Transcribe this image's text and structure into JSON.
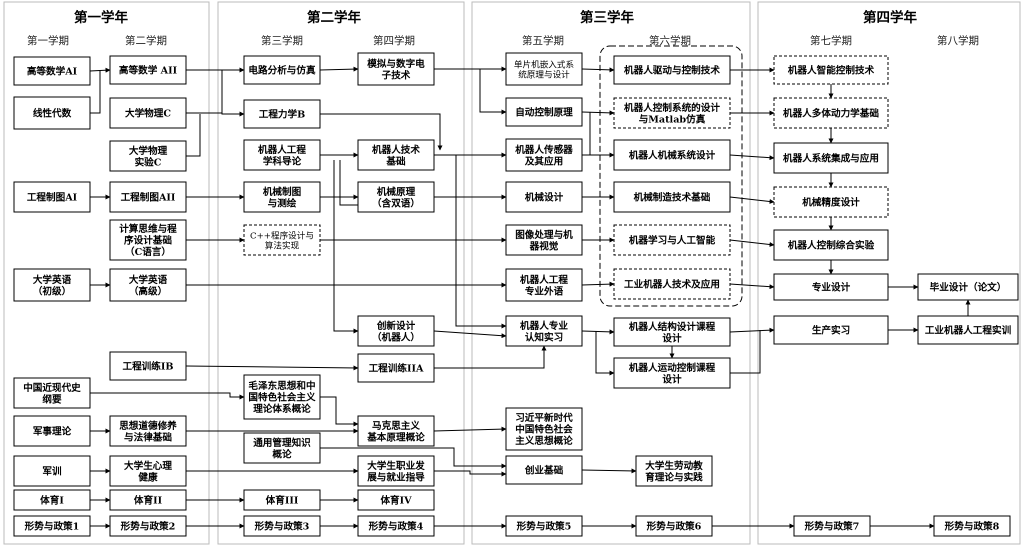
{
  "years": [
    {
      "id": "y1",
      "label": "第一学年"
    },
    {
      "id": "y2",
      "label": "第二学年"
    },
    {
      "id": "y3",
      "label": "第三学年"
    },
    {
      "id": "y4",
      "label": "第四学年"
    }
  ],
  "semesters": [
    {
      "id": "s1",
      "label": "第一学期"
    },
    {
      "id": "s2",
      "label": "第二学期"
    },
    {
      "id": "s3",
      "label": "第三学期"
    },
    {
      "id": "s4",
      "label": "第四学期"
    },
    {
      "id": "s5",
      "label": "第五学期"
    },
    {
      "id": "s6",
      "label": "第六学期"
    },
    {
      "id": "s7",
      "label": "第七学期"
    },
    {
      "id": "s8",
      "label": "第八学期"
    }
  ],
  "courses": [
    {
      "id": "gdsx1",
      "lines": [
        "高等数学AI"
      ]
    },
    {
      "id": "xxds",
      "lines": [
        "线性代数"
      ]
    },
    {
      "id": "gczt1",
      "lines": [
        "工程制图AI"
      ]
    },
    {
      "id": "dxyy1",
      "lines": [
        "大学英语",
        "（初级）"
      ]
    },
    {
      "id": "zgjds",
      "lines": [
        "中国近现代史",
        "纲要"
      ]
    },
    {
      "id": "jsll",
      "lines": [
        "军事理论"
      ]
    },
    {
      "id": "junxun",
      "lines": [
        "军训"
      ]
    },
    {
      "id": "ty1",
      "lines": [
        "体育I"
      ]
    },
    {
      "id": "xs1",
      "lines": [
        "形势与政策1"
      ]
    },
    {
      "id": "gdsx2",
      "lines": [
        "高等数学 AII"
      ]
    },
    {
      "id": "dxwl",
      "lines": [
        "大学物理C"
      ]
    },
    {
      "id": "dxwlsy",
      "lines": [
        "大学物理",
        "实验C"
      ]
    },
    {
      "id": "gczt2",
      "lines": [
        "工程制图AII"
      ]
    },
    {
      "id": "jssw",
      "lines": [
        "计算思维与程",
        "序设计基础",
        "（C语言）"
      ]
    },
    {
      "id": "dxyy2",
      "lines": [
        "大学英语",
        "（高级）"
      ]
    },
    {
      "id": "gcxl1",
      "lines": [
        "工程训练IB"
      ]
    },
    {
      "id": "sxdd",
      "lines": [
        "思想道德修养",
        "与法律基础"
      ]
    },
    {
      "id": "xlj",
      "lines": [
        "大学生心理",
        "健康"
      ]
    },
    {
      "id": "ty2",
      "lines": [
        "体育II"
      ]
    },
    {
      "id": "xs2",
      "lines": [
        "形势与政策2"
      ]
    },
    {
      "id": "dlfx",
      "lines": [
        "电路分析与仿真"
      ]
    },
    {
      "id": "gclx",
      "lines": [
        "工程力学B"
      ]
    },
    {
      "id": "jqrgc",
      "lines": [
        "机器人工程",
        "学科导论"
      ]
    },
    {
      "id": "jxzt",
      "lines": [
        "机械制图",
        "与测绘"
      ]
    },
    {
      "id": "cpp",
      "lines": [
        "C++程序设计与",
        "算法实现"
      ]
    },
    {
      "id": "mzd",
      "lines": [
        "毛泽东思想和中",
        "国特色社会主义",
        "理论体系概论"
      ]
    },
    {
      "id": "tygl",
      "lines": [
        "通用管理知识",
        "概论"
      ]
    },
    {
      "id": "ty3",
      "lines": [
        "体育III"
      ]
    },
    {
      "id": "xs3",
      "lines": [
        "形势与政策3"
      ]
    },
    {
      "id": "mnsz",
      "lines": [
        "模拟与数字电",
        "子技术"
      ]
    },
    {
      "id": "jqrjs",
      "lines": [
        "机器人技术",
        "基础"
      ]
    },
    {
      "id": "jxyl",
      "lines": [
        "机械原理",
        "（含双语）"
      ]
    },
    {
      "id": "cxsj",
      "lines": [
        "创新设计",
        "（机器人）"
      ]
    },
    {
      "id": "gcxl2",
      "lines": [
        "工程训练IIA"
      ]
    },
    {
      "id": "mks",
      "lines": [
        "马克思主义",
        "基本原理概论"
      ]
    },
    {
      "id": "zyfz",
      "lines": [
        "大学生职业发",
        "展与就业指导"
      ]
    },
    {
      "id": "ty4",
      "lines": [
        "体育IV"
      ]
    },
    {
      "id": "xs4",
      "lines": [
        "形势与政策4"
      ]
    },
    {
      "id": "dpj",
      "lines": [
        "单片机嵌入式系",
        "统原理与设计"
      ]
    },
    {
      "id": "zdkz",
      "lines": [
        "自动控制原理"
      ]
    },
    {
      "id": "cgq",
      "lines": [
        "机器人传感器",
        "及其应用"
      ]
    },
    {
      "id": "jxsj",
      "lines": [
        "机械设计"
      ]
    },
    {
      "id": "txcl",
      "lines": [
        "图像处理与机",
        "器视觉"
      ]
    },
    {
      "id": "zywy",
      "lines": [
        "机器人工程",
        "专业外语"
      ]
    },
    {
      "id": "rzsx",
      "lines": [
        "机器人专业",
        "认知实习"
      ]
    },
    {
      "id": "xjp",
      "lines": [
        "习近平新时代",
        "中国特色社会",
        "主义思想概论"
      ]
    },
    {
      "id": "cyjc",
      "lines": [
        "创业基础"
      ]
    },
    {
      "id": "xs5",
      "lines": [
        "形势与政策5"
      ]
    },
    {
      "id": "qdkz",
      "lines": [
        "机器人驱动与控制技术"
      ]
    },
    {
      "id": "kzxt",
      "lines": [
        "机器人控制系统的设计",
        "与Matlab仿真"
      ]
    },
    {
      "id": "jxxt",
      "lines": [
        "机器人机械系统设计"
      ]
    },
    {
      "id": "jxzz",
      "lines": [
        "机械制造技术基础"
      ]
    },
    {
      "id": "jqxx",
      "lines": [
        "机器学习与人工智能"
      ]
    },
    {
      "id": "gyjs",
      "lines": [
        "工业机器人技术及应用"
      ]
    },
    {
      "id": "jgkc",
      "lines": [
        "机器人结构设计课程",
        "设计"
      ]
    },
    {
      "id": "ldjy",
      "lines": [
        "大学生劳动教",
        "育理论与实践"
      ]
    },
    {
      "id": "ydkc",
      "lines": [
        "机器人运动控制课程",
        "设计"
      ]
    },
    {
      "id": "xs6",
      "lines": [
        "形势与政策6"
      ]
    },
    {
      "id": "znkz",
      "lines": [
        "机器人智能控制技术"
      ]
    },
    {
      "id": "dtdl",
      "lines": [
        "机器人多体动力学基础"
      ]
    },
    {
      "id": "jcyy",
      "lines": [
        "机器人系统集成与应用"
      ]
    },
    {
      "id": "jmsj",
      "lines": [
        "机械精度设计"
      ]
    },
    {
      "id": "kzzh",
      "lines": [
        "机器人控制综合实验"
      ]
    },
    {
      "id": "zysj",
      "lines": [
        "专业设计"
      ]
    },
    {
      "id": "scsx",
      "lines": [
        "生产实习"
      ]
    },
    {
      "id": "xs7",
      "lines": [
        "形势与政策7"
      ]
    },
    {
      "id": "bysj",
      "lines": [
        "毕业设计（论文）"
      ]
    },
    {
      "id": "gysx",
      "lines": [
        "工业机器人工程实训"
      ]
    },
    {
      "id": "xs8",
      "lines": [
        "形势与政策8"
      ]
    }
  ]
}
